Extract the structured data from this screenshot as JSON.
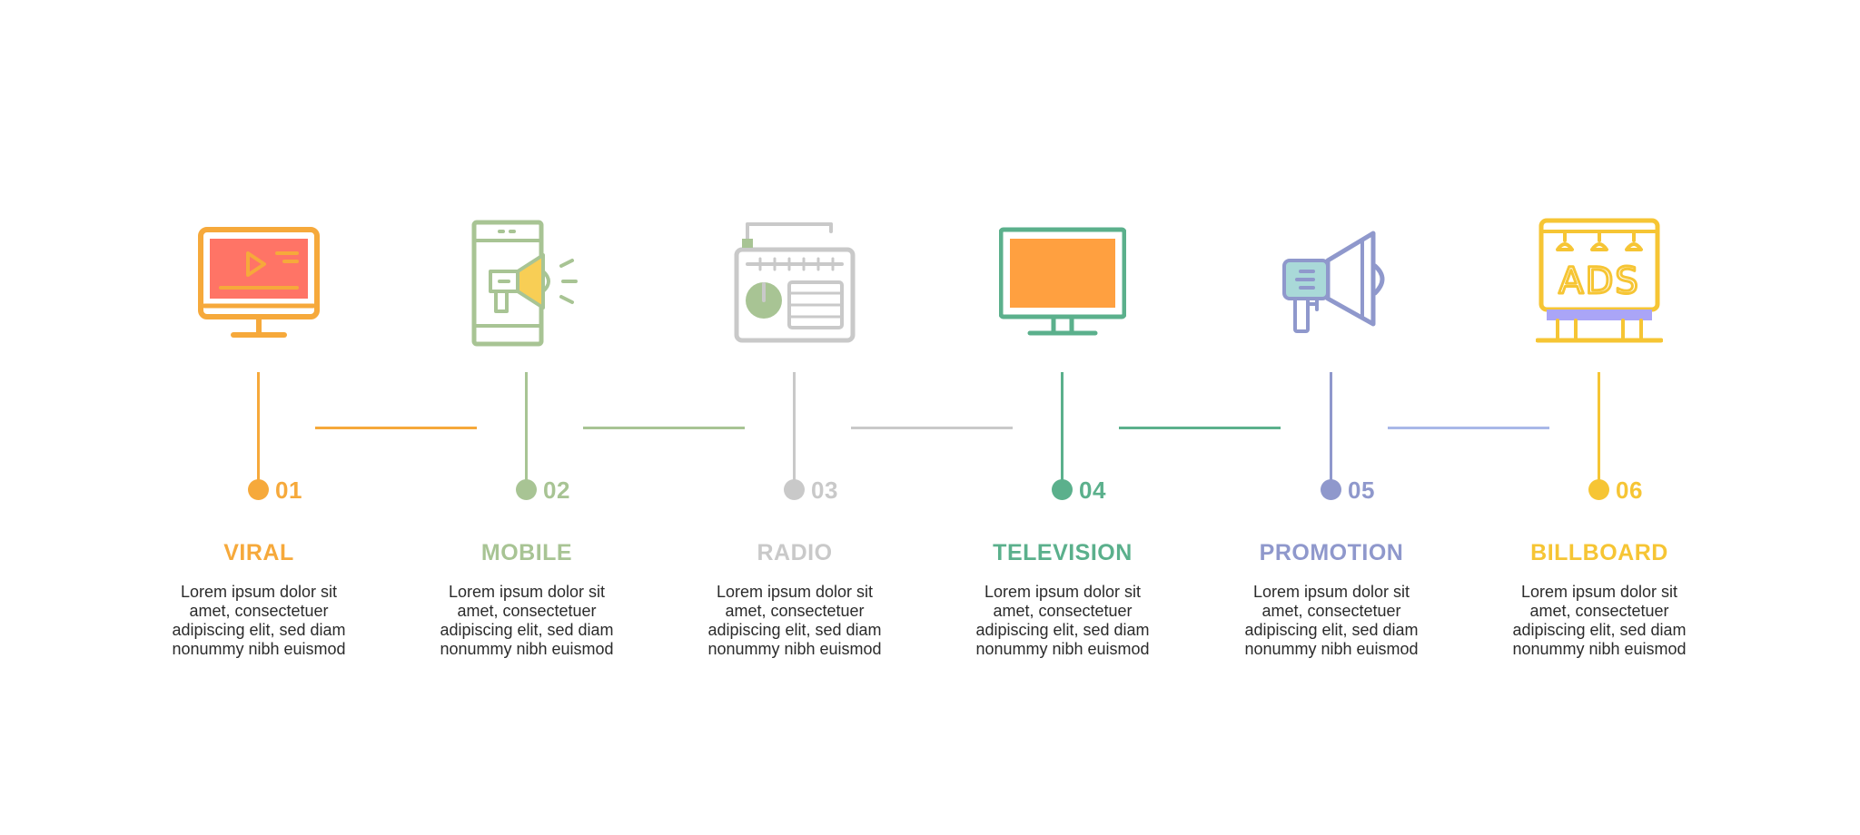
{
  "steps": [
    {
      "number": "01",
      "title": "VIRAL",
      "icon": "monitor-play-icon",
      "color": "#F6A93B",
      "desc": [
        "Lorem ipsum dolor sit",
        "amet, consectetuer",
        "adipiscing elit, sed diam",
        "nonummy nibh euismod"
      ]
    },
    {
      "number": "02",
      "title": "MOBILE",
      "icon": "phone-megaphone-icon",
      "color": "#A8C494",
      "desc": [
        "Lorem ipsum dolor sit",
        "amet, consectetuer",
        "adipiscing elit, sed diam",
        "nonummy nibh euismod"
      ]
    },
    {
      "number": "03",
      "title": "RADIO",
      "icon": "radio-icon",
      "color": "#C9C9C9",
      "desc": [
        "Lorem ipsum dolor sit",
        "amet, consectetuer",
        "adipiscing elit, sed diam",
        "nonummy nibh euismod"
      ]
    },
    {
      "number": "04",
      "title": "TELEVISION",
      "icon": "television-icon",
      "color": "#5BB08C",
      "desc": [
        "Lorem ipsum dolor sit",
        "amet, consectetuer",
        "adipiscing elit, sed diam",
        "nonummy nibh euismod"
      ]
    },
    {
      "number": "05",
      "title": "PROMOTION",
      "icon": "megaphone-icon",
      "color": "#8F98CC",
      "desc": [
        "Lorem ipsum dolor sit",
        "amet, consectetuer",
        "adipiscing elit, sed diam",
        "nonummy nibh euismod"
      ]
    },
    {
      "number": "06",
      "title": "BILLBOARD",
      "icon": "billboard-icon",
      "color": "#F6C534",
      "desc": [
        "Lorem ipsum dolor sit",
        "amet, consectetuer",
        "adipiscing elit, sed diam",
        "nonummy nibh euismod"
      ]
    }
  ],
  "connectors": [
    {
      "color": "#F6A93B"
    },
    {
      "color": "#A8C494"
    },
    {
      "color": "#C9C9C9"
    },
    {
      "color": "#5BB08C"
    },
    {
      "color": "#A9B8E8"
    }
  ],
  "icon_colors": {
    "screen_red": "#FF7466",
    "megaphone_yellow": "#F8CE55",
    "tv_orange": "#FFA040",
    "megaphone_teal": "#A9D9D8",
    "billboard_purple": "#AAA5F7"
  },
  "icon_text": {
    "billboard": "ADS"
  }
}
